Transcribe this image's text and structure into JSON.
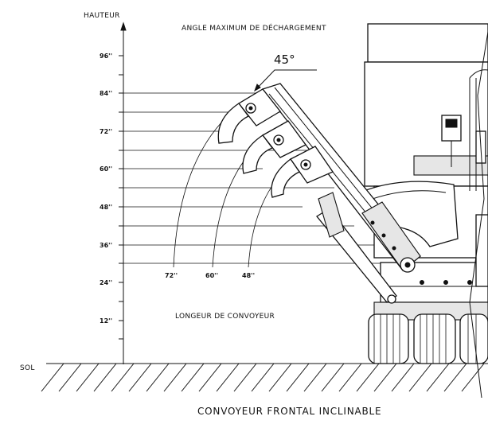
{
  "labels": {
    "y_axis": "HAUTEUR",
    "top_title": "ANGLE MAXIMUM DE DÉCHARGEMENT",
    "angle": "45°",
    "conveyor_length": "LONGEUR DE CONVOYEUR",
    "ground": "SOL",
    "caption": "CONVOYEUR FRONTAL INCLINABLE"
  },
  "height_ticks": [
    "96''",
    "84''",
    "72''",
    "60''",
    "48''",
    "36''",
    "24''",
    "12''"
  ],
  "length_labels": [
    "72''",
    "60''",
    "48''"
  ]
}
